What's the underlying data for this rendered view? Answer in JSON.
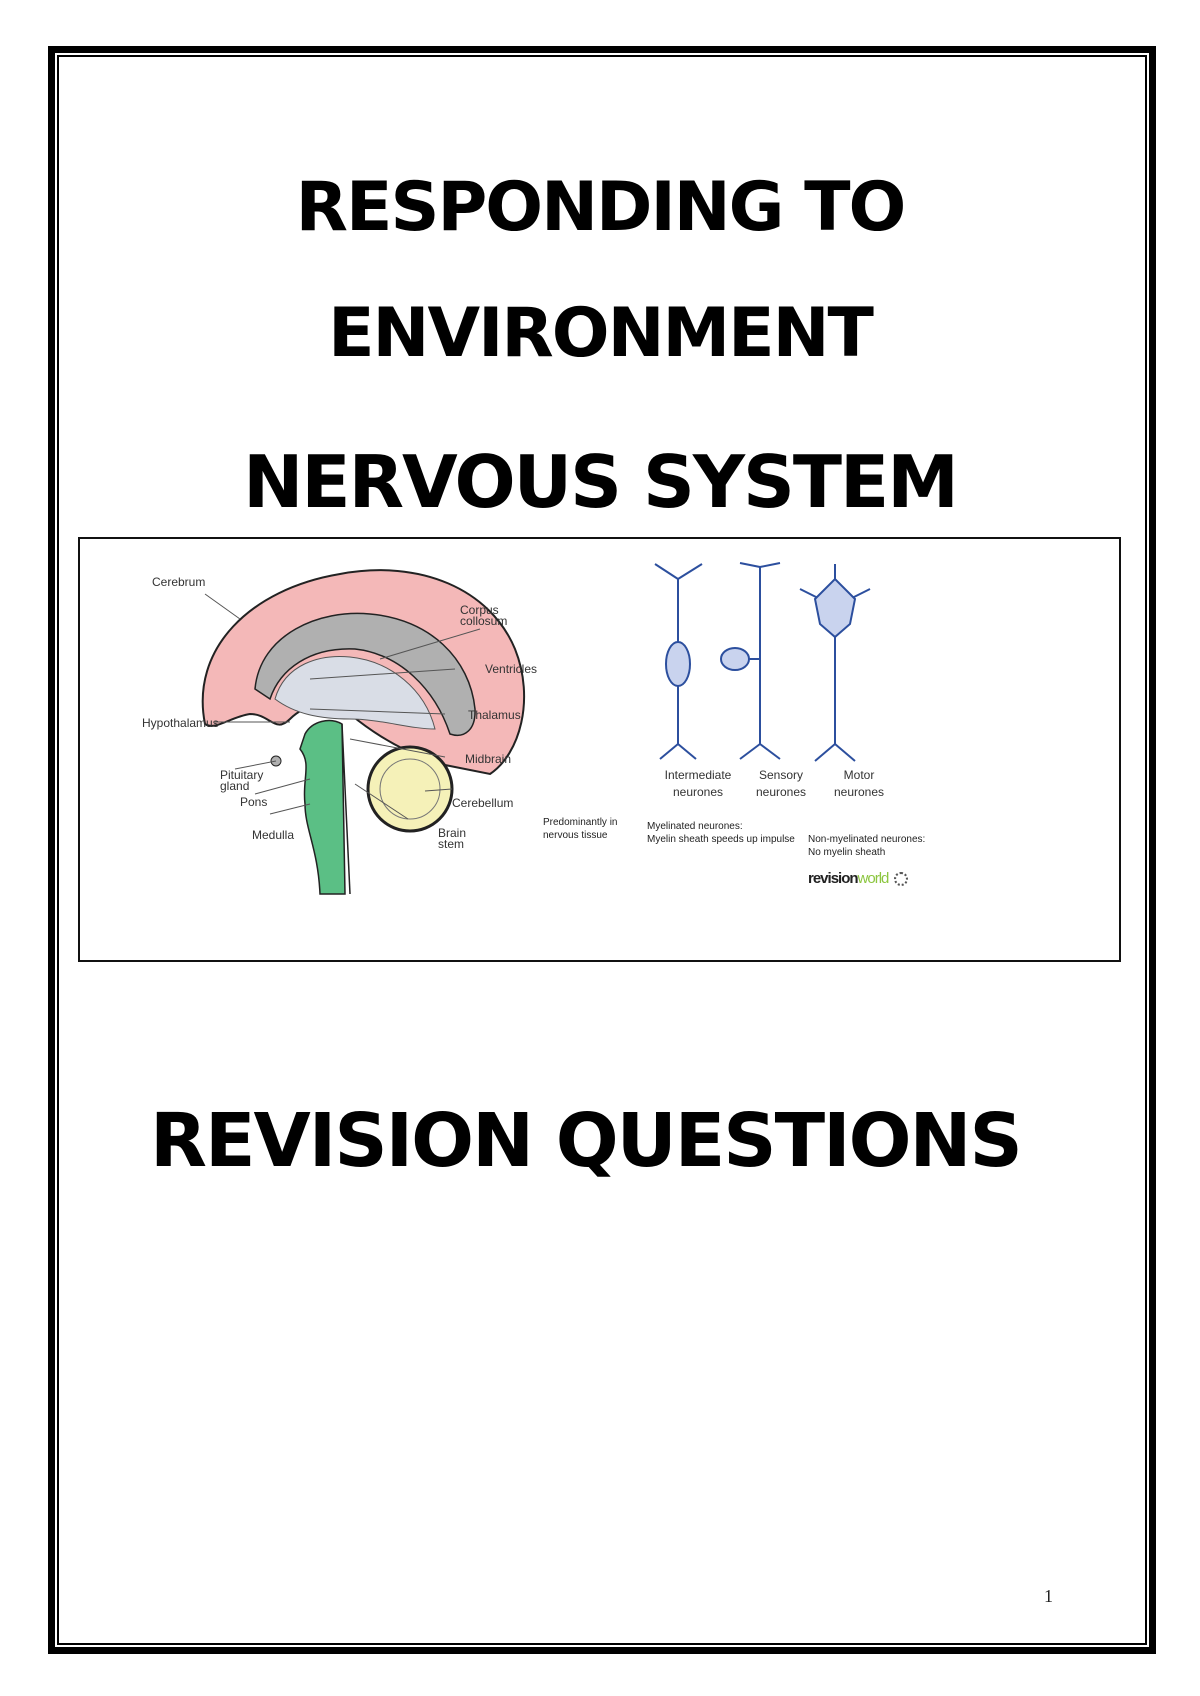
{
  "page": {
    "title_lines": [
      "RESPONDING TO",
      "ENVIRONMENT",
      "NERVOUS SYSTEM"
    ],
    "subtitle": "REVISION QUESTIONS",
    "page_number": "1"
  },
  "figure": {
    "brain_labels": {
      "cerebrum": "Cerebrum",
      "corpus_1": "Corpus",
      "corpus_2": "collosum",
      "ventricles": "Ventricles",
      "thalamus": "Thalamus",
      "hypothalamus": "Hypothalamus",
      "midbrain": "Midbrain",
      "pituitary_1": "Pituitary",
      "pituitary_2": "gland",
      "pons": "Pons",
      "cerebellum": "Cerebellum",
      "medulla": "Medulla",
      "brainstem_1": "Brain",
      "brainstem_2": "stem"
    },
    "neurone_labels": [
      {
        "line1": "Intermediate",
        "line2": "neurones"
      },
      {
        "line1": "Sensory",
        "line2": "neurones"
      },
      {
        "line1": "Motor",
        "line2": "neurones"
      }
    ],
    "notes": {
      "predominant_1": "Predominantly in",
      "predominant_2": "nervous tissue",
      "myelinated_1": "Myelinated neurones:",
      "myelinated_2": "Myelin sheath speeds up impulse",
      "nonmyelinated_1": "Non-myelinated neurones:",
      "nonmyelinated_2": "No myelin sheath"
    },
    "logo": {
      "part1": "revision",
      "part2": "world"
    },
    "colors": {
      "cerebrum": "#f4b8b8",
      "ventricle": "#b0b0b0",
      "inner": "#d9dde6",
      "brainstem": "#5bbf85",
      "cerebellum": "#f5f1b8",
      "neurone": "#2c4f9e",
      "neurone_fill": "#c9d3ee"
    }
  }
}
